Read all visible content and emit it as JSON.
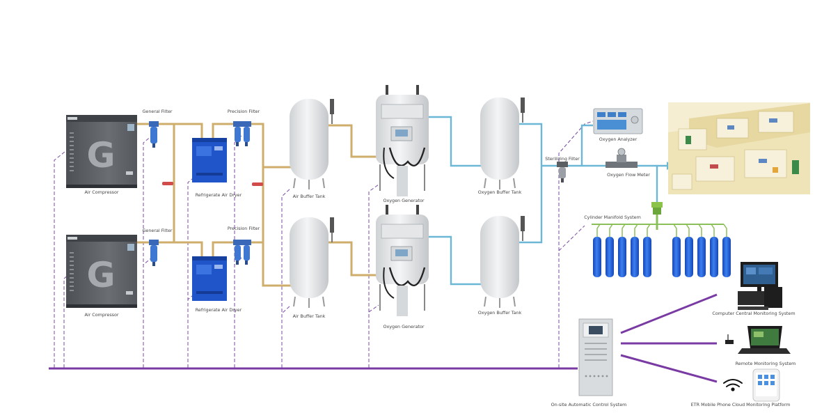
{
  "labels": {
    "air_compressor_1": "Air Compressor",
    "air_compressor_2": "Air Compressor",
    "general_filter_1": "General Filter",
    "general_filter_2": "General Filter",
    "dryer_1": "Refrigerate Air Dryer",
    "dryer_2": "Refrigerate Air Dryer",
    "precision_filter_1": "Precision Filter",
    "precision_filter_2": "Precision Filter",
    "air_buffer_tank_1": "Air Buffer Tank",
    "air_buffer_tank_2": "Air Buffer Tank",
    "oxygen_generator_1": "Oxygen Generator",
    "oxygen_generator_2": "Oxygen Generator",
    "oxygen_buffer_tank_1": "Oxygen Buffer Tank",
    "oxygen_buffer_tank_2": "Oxygen Buffer Tank",
    "sterilizing_filter": "Sterilizing Filter",
    "oxygen_analyzer": "Oxygen Analyzer",
    "oxygen_flow_meter": "Oxygen Flow Meter",
    "cylinder_manifold": "Cylinder Manifold System",
    "control_system": "On-site Automatic Control System",
    "computer_monitoring": "Computer Central Monitoring System",
    "remote_monitoring": "Remote Monitoring System",
    "cloud_monitoring": "ETR Mobile Phone Cloud Monitoring Platform"
  },
  "icons": {
    "compressor_brand": "G"
  },
  "colors": {
    "air_pipe": "#cfae6c",
    "oxygen_pipe": "#6cb6d6",
    "control_line": "#7a3aa3",
    "compressor": "#5d6166",
    "dryer": "#1f55c8",
    "cylinder": "#1c5fd6"
  }
}
